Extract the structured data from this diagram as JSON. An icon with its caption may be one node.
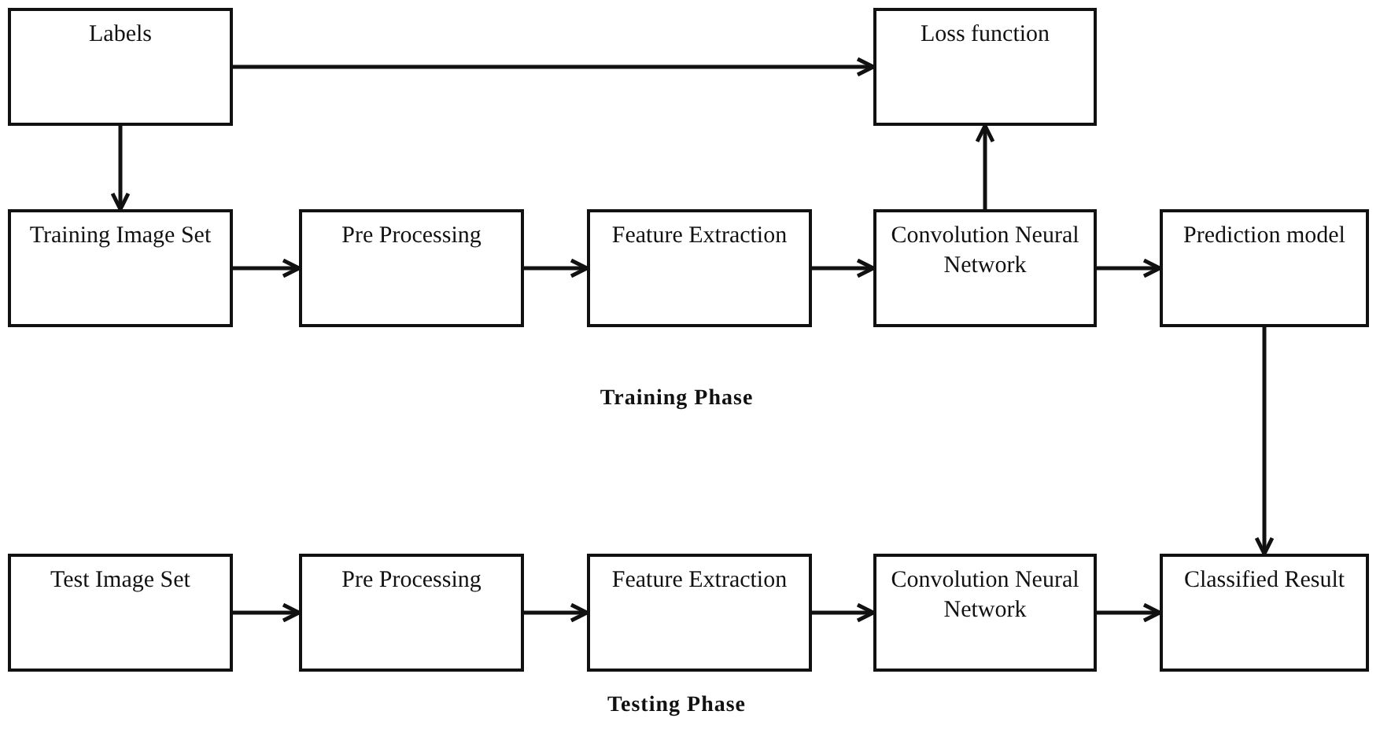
{
  "diagram": {
    "nodes": [
      {
        "text": [
          "Labels"
        ]
      },
      {
        "text": [
          "Loss function"
        ]
      },
      {
        "text": [
          "Training Image Set"
        ]
      },
      {
        "text": [
          "Pre Processing"
        ]
      },
      {
        "text": [
          "Feature Extraction"
        ]
      },
      {
        "text": [
          "Convolution Neural Network"
        ]
      },
      {
        "text": [
          "Prediction model"
        ]
      },
      {
        "text": [
          "Test Image Set"
        ]
      },
      {
        "text": [
          "Pre Processing"
        ]
      },
      {
        "text": [
          "Feature Extraction"
        ]
      },
      {
        "text": [
          "Convolution Neural Network"
        ]
      },
      {
        "text": [
          "Classified Result"
        ]
      }
    ],
    "edges": [
      {
        "from": 0,
        "to": 1,
        "arrow": "to"
      },
      {
        "from": 0,
        "to": 2,
        "arrow": "to"
      },
      {
        "from": 2,
        "to": 3,
        "arrow": "to"
      },
      {
        "from": 3,
        "to": 4,
        "arrow": "to"
      },
      {
        "from": 4,
        "to": 5,
        "arrow": "to"
      },
      {
        "from": 5,
        "to": 1,
        "arrow": "to"
      },
      {
        "from": 5,
        "to": 6,
        "arrow": "to"
      },
      {
        "from": 6,
        "to": 11,
        "arrow": "to"
      },
      {
        "from": 7,
        "to": 8,
        "arrow": "to"
      },
      {
        "from": 8,
        "to": 9,
        "arrow": "to"
      },
      {
        "from": 9,
        "to": 10,
        "arrow": "to"
      },
      {
        "from": 10,
        "to": 11,
        "arrow": "to"
      }
    ],
    "labels": [
      "Training Phase",
      "Testing Phase"
    ]
  }
}
